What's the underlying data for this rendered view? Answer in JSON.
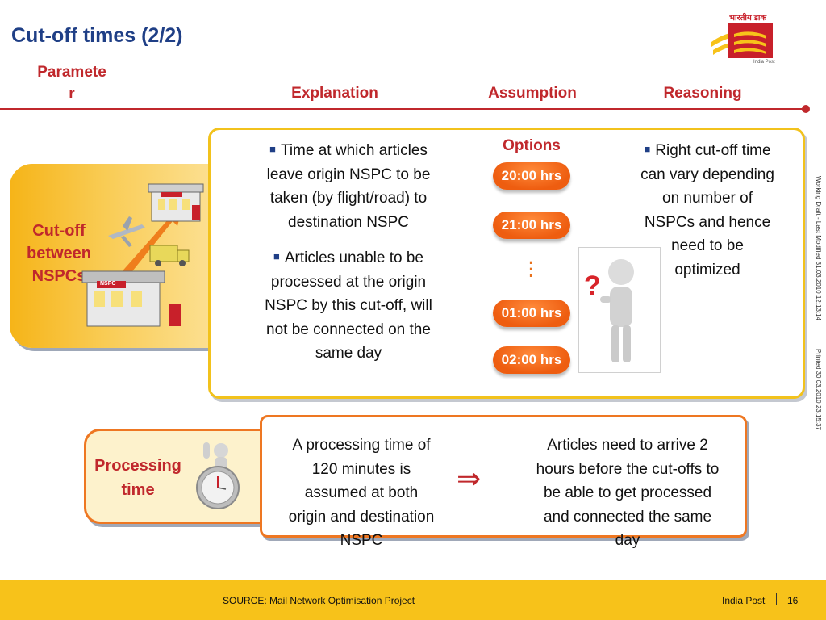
{
  "title": "Cut-off times (2/2)",
  "headers": {
    "parameter_line1": "Paramete",
    "parameter_line2": "r",
    "explanation": "Explanation",
    "assumption": "Assumption",
    "reasoning": "Reasoning"
  },
  "logo": {
    "hindi": "भारतीय डाक",
    "name": "India Post",
    "colors": {
      "red": "#c8202a",
      "yellow": "#f7c21a"
    }
  },
  "cutoff": {
    "label_line1": "Cut-off",
    "label_line2": "between",
    "label_line3": "NSPCs",
    "building_sign": "NSPC",
    "explanation": [
      [
        "Time at which articles",
        "leave origin NSPC to be",
        "taken (by flight/road) to",
        "destination NSPC"
      ],
      [
        "Articles unable to be",
        "processed at the origin",
        "NSPC by this cut-off, will",
        "not be connected on the",
        "same day"
      ]
    ],
    "options_title": "Options",
    "options": [
      "20:00 hrs",
      "21:00 hrs",
      "01:00 hrs",
      "02:00 hrs"
    ],
    "reasoning": [
      "Right cut-off time",
      "can vary depending",
      "on number of",
      "NSPCs and hence",
      "need to be",
      "optimized"
    ]
  },
  "processing": {
    "label_line1": "Processing",
    "label_line2": "time",
    "assumption": [
      "A processing time of",
      "120 minutes is",
      "assumed at both",
      "origin and destination",
      "NSPC"
    ],
    "arrow": "⇒",
    "reasoning": [
      "Articles need to arrive 2",
      "hours before the cut-offs to",
      "be able to get processed",
      "and connected the same",
      "day"
    ]
  },
  "side_text": {
    "working": "Working Draft - Last Modified 31.03.2010 12:13:14",
    "printed": "Printed 30.03.2010 23:15:37"
  },
  "footer": {
    "source": "SOURCE: Mail Network Optimisation Project",
    "org": "India Post",
    "page": "16"
  },
  "colors": {
    "accent": "#c0282c",
    "title": "#1f3f86",
    "orange": "#ee7722",
    "yellow": "#f7c21a"
  }
}
